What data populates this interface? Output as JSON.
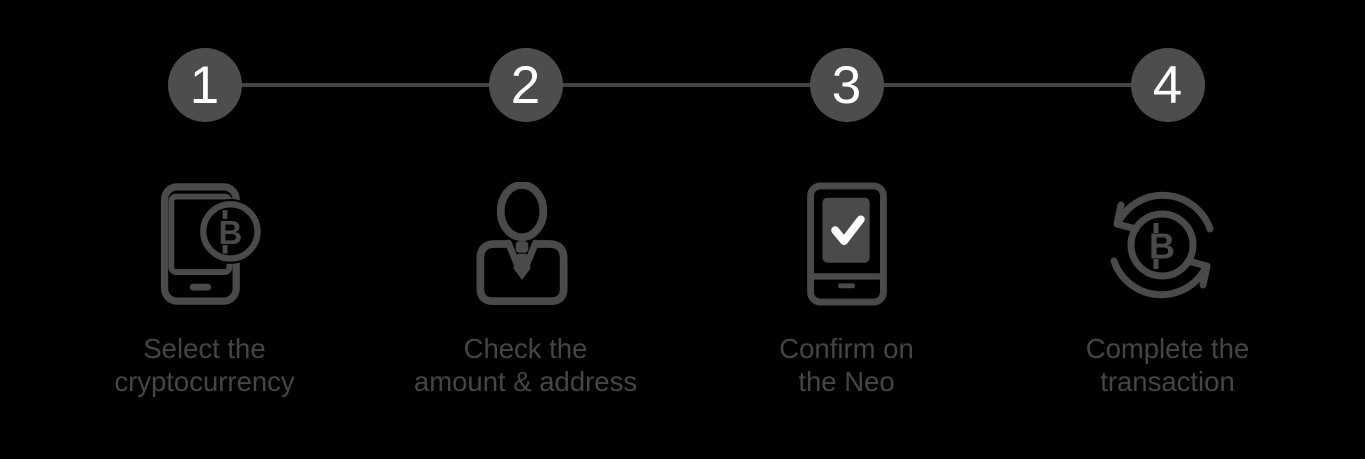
{
  "bitcoin_glyph": "B",
  "colors": {
    "background": "#000000",
    "badge_fill": "#4d4d4d",
    "badge_number": "#ffffff",
    "connector_line": "#434343",
    "icon_stroke": "#4a4a4a",
    "label_text": "#454545",
    "checkmark": "#ffffff"
  },
  "steps": [
    {
      "number": "1",
      "icon": "smartphone-bitcoin-icon",
      "label": "Select the\ncryptocurrency"
    },
    {
      "number": "2",
      "icon": "person-tie-icon",
      "label": "Check the\namount & address"
    },
    {
      "number": "3",
      "icon": "device-checkmark-icon",
      "label": "Confirm on\nthe Neo"
    },
    {
      "number": "4",
      "icon": "bitcoin-refresh-icon",
      "label": "Complete the\ntransaction"
    }
  ]
}
